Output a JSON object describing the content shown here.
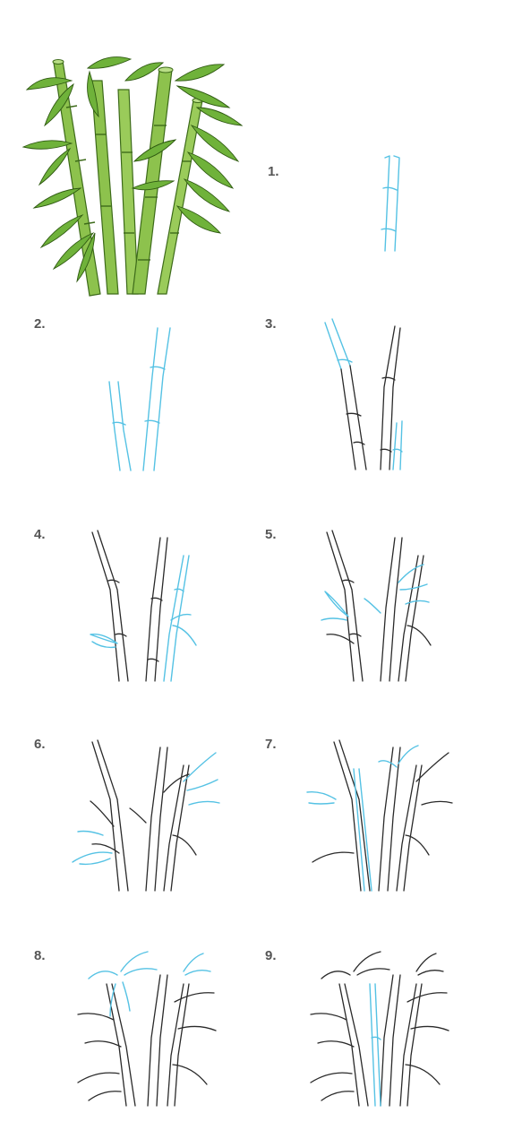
{
  "steps": [
    {
      "label": "1."
    },
    {
      "label": "2."
    },
    {
      "label": "3."
    },
    {
      "label": "4."
    },
    {
      "label": "5."
    },
    {
      "label": "6."
    },
    {
      "label": "7."
    },
    {
      "label": "8."
    },
    {
      "label": "9."
    }
  ],
  "colors": {
    "ink": "#2a2a2a",
    "new_stroke": "#55c2e4",
    "stem_green": "#8dc24d",
    "stem_dark": "#5f9a2a",
    "leaf_green": "#6fb23a",
    "label": "#555555"
  }
}
